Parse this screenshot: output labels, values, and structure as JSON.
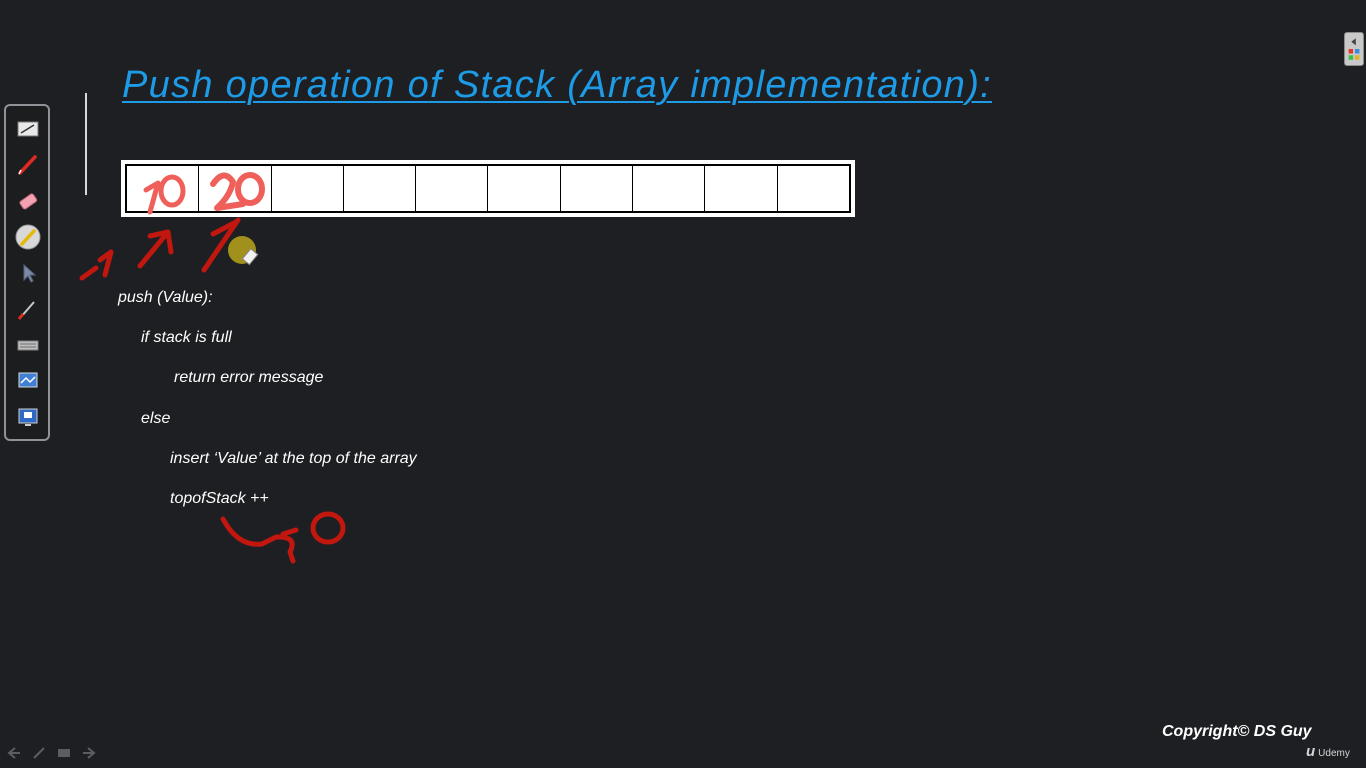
{
  "slide": {
    "title": "Push operation of Stack (Array implementation):",
    "array_cells": 10,
    "code_lines": [
      "push (Value):",
      "if stack is full",
      "return error message",
      "else",
      "insert ‘Value’ at the top of the array",
      "topofStack ++"
    ]
  },
  "annotations": {
    "cell_1_value": "10",
    "cell_2_value": "20",
    "topofstack_value": "0"
  },
  "footer": {
    "copyright": "Copyright© DS Guy",
    "brand": "Udemy"
  },
  "toolbar": {
    "tools": [
      "whiteboard-icon",
      "pen-icon",
      "eraser-icon",
      "highlighter-icon",
      "select-arrow-icon",
      "brush-icon",
      "keyboard-icon",
      "screen-capture-icon",
      "display-icon"
    ]
  },
  "colors": {
    "background": "#1d1f22",
    "title": "#1e9be6",
    "ink_light_red": "#f0605a",
    "ink_dark_red": "#c1170f",
    "laser_pointer": "#b8a51a"
  }
}
